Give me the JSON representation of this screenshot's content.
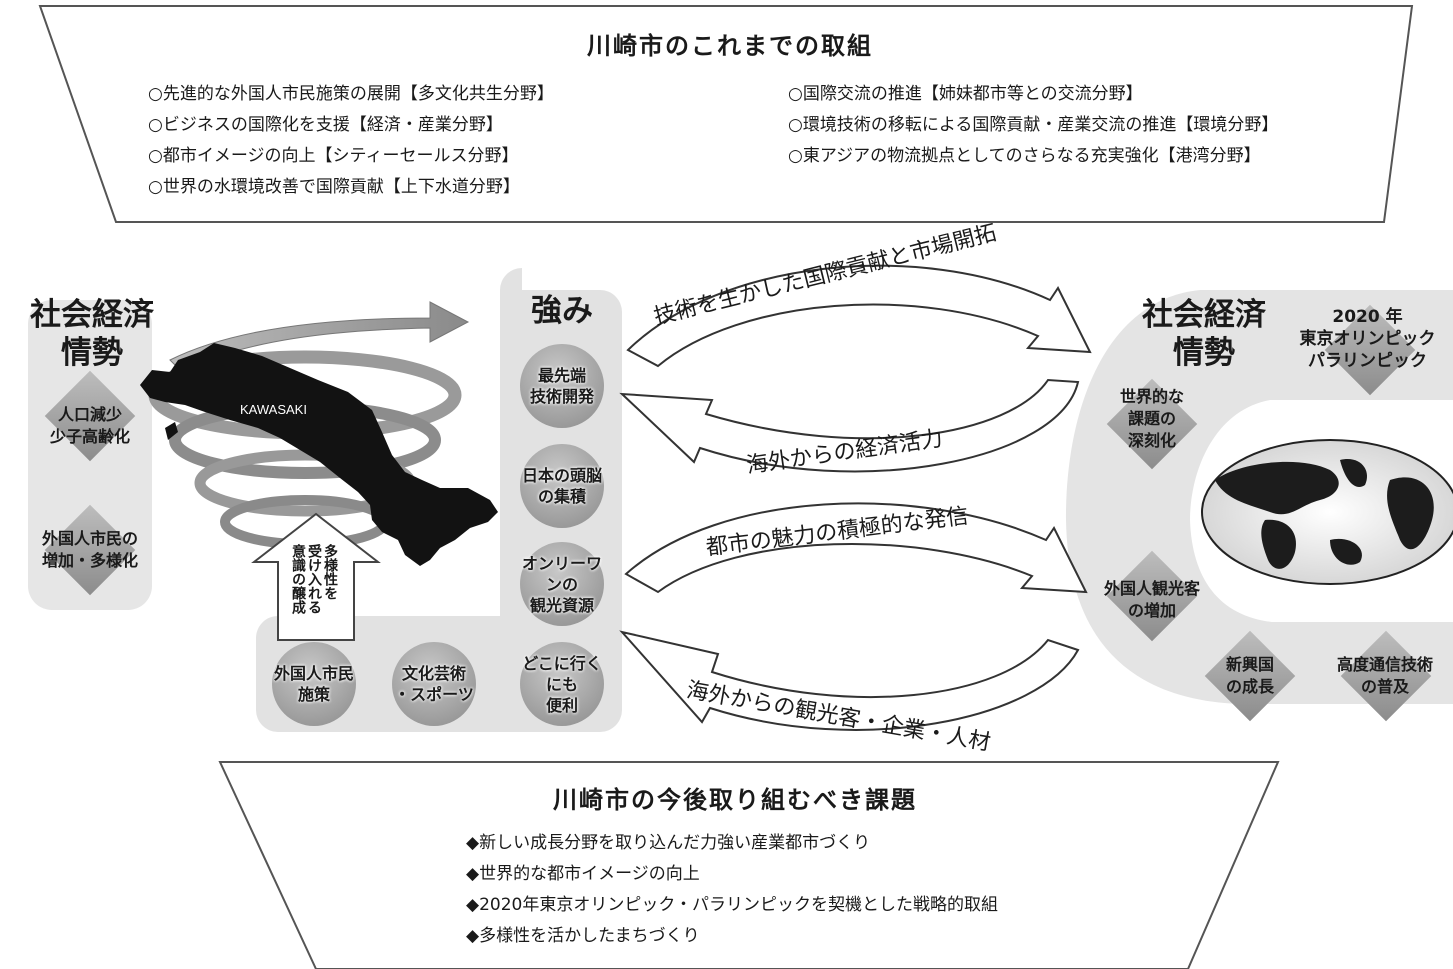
{
  "top_box": {
    "title": "川崎市のこれまでの取組",
    "left_items": [
      "○先進的な外国人市民施策の展開【多文化共生分野】",
      "○ビジネスの国際化を支援【経済・産業分野】",
      "○都市イメージの向上【シティーセールス分野】",
      "○世界の水環境改善で国際貢献【上下水道分野】"
    ],
    "right_items": [
      "○国際交流の推進【姉妹都市等との交流分野】",
      "○環境技術の移転による国際貢献・産業交流の推進【環境分野】",
      "○東アジアの物流拠点としてのさらなる充実強化【港湾分野】"
    ]
  },
  "left_panel": {
    "title_line1": "社会経済",
    "title_line2": "情勢",
    "items": [
      {
        "line1": "人口減少",
        "line2": "少子高齢化"
      },
      {
        "line1": "外国人市民の",
        "line2": "増加・多様化"
      }
    ]
  },
  "map_label": "KAWASAKI",
  "diversity_arrow": {
    "col1": "多様性を",
    "col2": "受け入れる",
    "col3": "意識の醸成"
  },
  "strengths": {
    "title": "強み",
    "items": [
      {
        "line1": "最先端",
        "line2": "技術開発"
      },
      {
        "line1": "日本の頭脳",
        "line2": "の集積"
      },
      {
        "line1": "オンリーワンの",
        "line2": "観光資源"
      },
      {
        "line1": "どこに行くにも",
        "line2": "便利"
      }
    ],
    "bottom_items": [
      {
        "line1": "外国人市民",
        "line2": "施策"
      },
      {
        "line1": "文化芸術",
        "line2": "・スポーツ"
      }
    ]
  },
  "arrows": {
    "out1": "技術を生かした国際貢献と市場開拓",
    "in1": "海外からの経済活力",
    "out2": "都市の魅力の積極的な発信",
    "in2": "海外からの観光客・企業・人材"
  },
  "right_panel": {
    "title_line1": "社会経済",
    "title_line2": "情勢",
    "olympic": {
      "line1": "2020 年",
      "line2": "東京オリンピック",
      "line3": "パラリンピック"
    },
    "items": [
      {
        "line1": "世界的な",
        "line2": "課題の",
        "line3": "深刻化"
      },
      {
        "line1": "外国人観光客",
        "line2": "の増加"
      },
      {
        "line1": "新興国",
        "line2": "の成長"
      },
      {
        "line1": "高度通信技術",
        "line2": "の普及"
      }
    ]
  },
  "bottom_box": {
    "title": "川崎市の今後取り組むべき課題",
    "items": [
      "◆新しい成長分野を取り込んだ力強い産業都市づくり",
      "◆世界的な都市イメージの向上",
      "◆2020年東京オリンピック・パラリンピックを契機とした戦略的取組",
      "◆多様性を活かしたまちづくり"
    ]
  }
}
